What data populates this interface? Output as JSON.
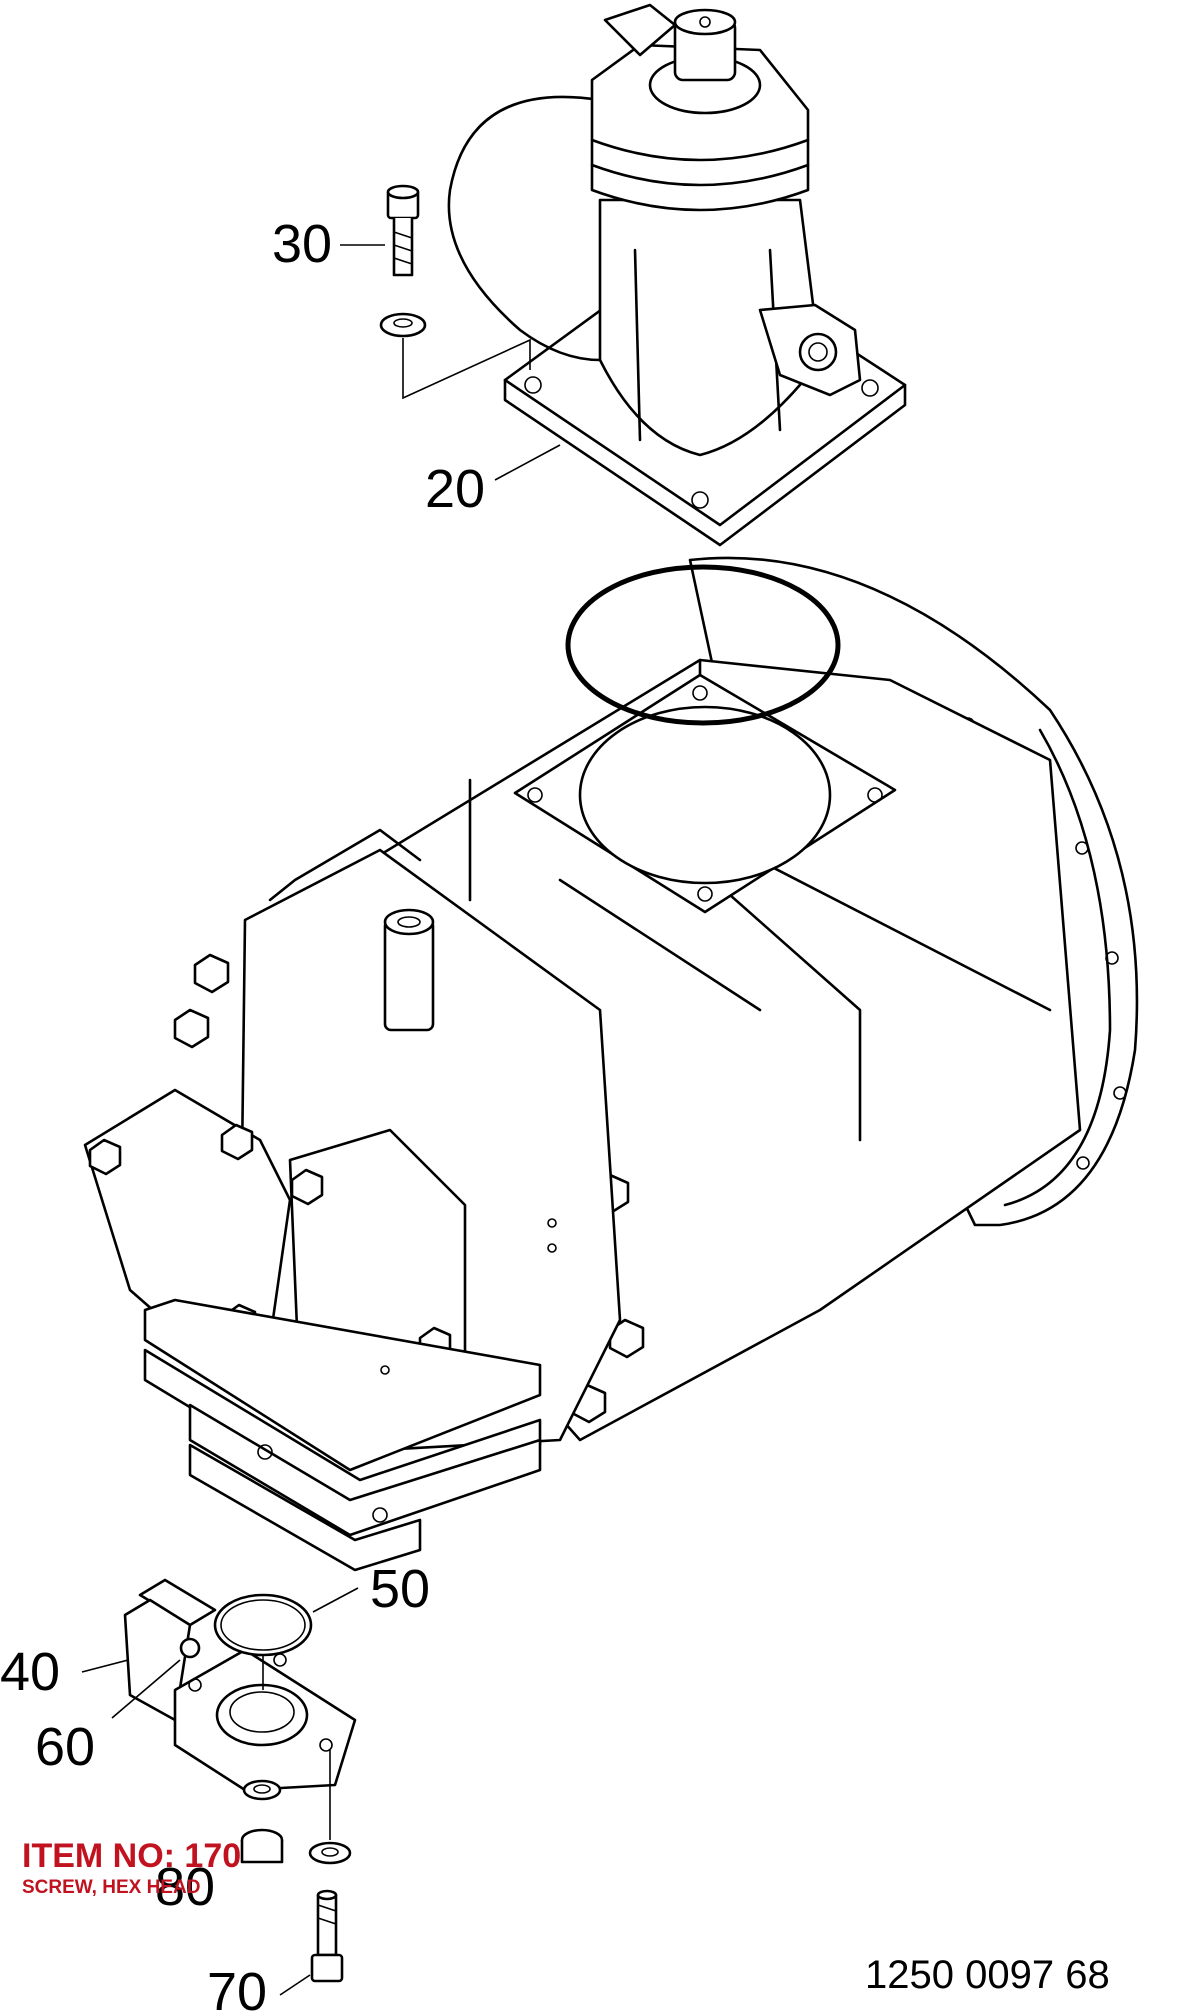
{
  "callouts": {
    "c20": "20",
    "c30": "30",
    "c40": "40",
    "c50": "50",
    "c60": "60",
    "c70": "70",
    "c80": "80"
  },
  "document_number": "1250 0097 68",
  "highlight": {
    "item_label": "ITEM NO: 170",
    "item_description": "SCREW, HEX HEAD",
    "color": "#c1121f"
  }
}
